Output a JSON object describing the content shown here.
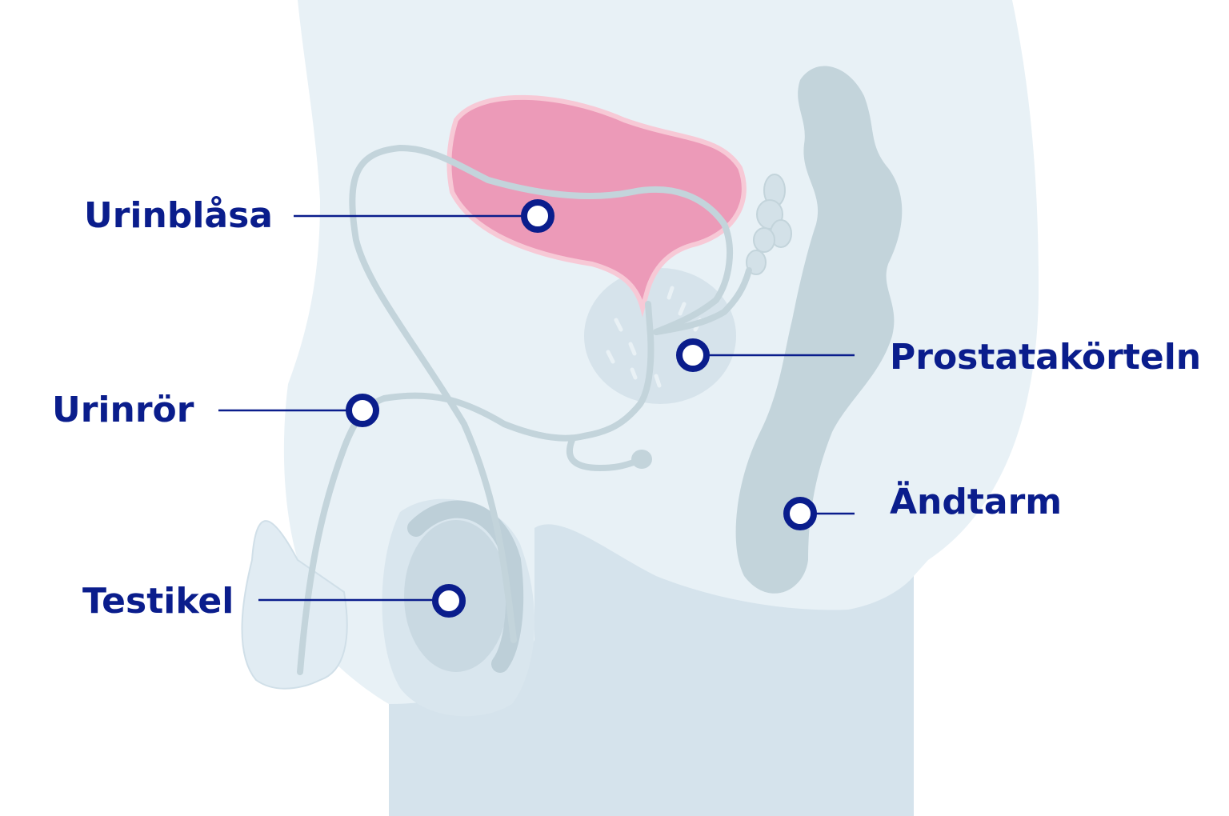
{
  "labels": {
    "bladder": "Urinblåsa",
    "urethra": "Urinrör",
    "testicle": "Testikel",
    "prostate": "Prostatakörteln",
    "rectum": "Ändtarm"
  },
  "colors": {
    "label_text": "#0a1d8c",
    "body_fill": "#e8f1f6",
    "lower_body_fill": "#d5e3ec",
    "organ_grey": "#c3d4db",
    "bladder_fill": "#ec9ab8",
    "bladder_edge": "#f7c9d6"
  }
}
